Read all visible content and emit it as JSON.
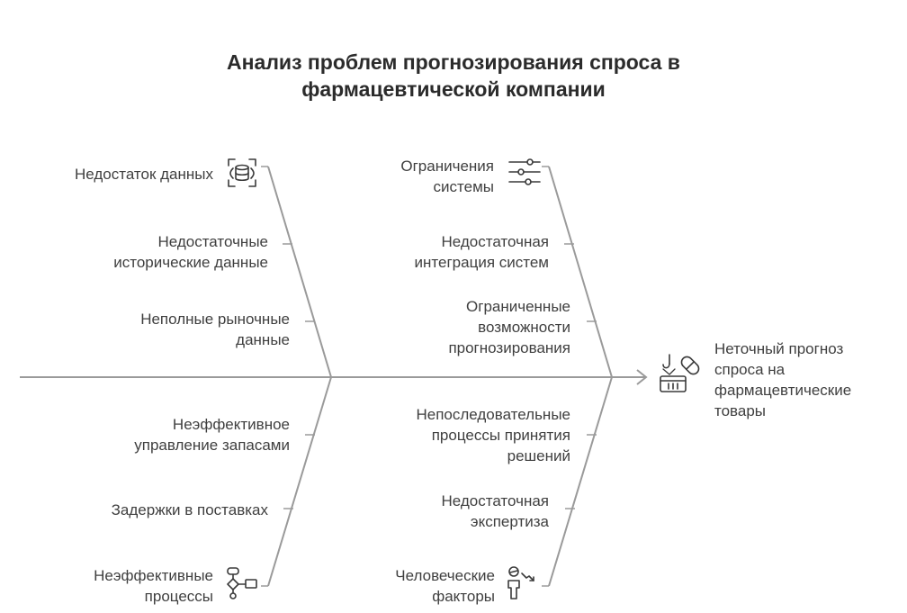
{
  "title": {
    "line1": "Анализ проблем прогнозирования спроса в",
    "line2": "фармацевтической компании"
  },
  "effect": {
    "lines": [
      "Неточный прогноз",
      "спроса на",
      "фармацевтические",
      "товары"
    ],
    "icon": "pill-crate-icon"
  },
  "categories": {
    "data": {
      "label": "Недостаток данных",
      "icon": "database-scan-icon",
      "causes": [
        [
          "Недостаточные",
          "исторические данные"
        ],
        [
          "Неполные рыночные",
          "данные"
        ]
      ]
    },
    "system": {
      "label": [
        "Ограничения",
        "системы"
      ],
      "icon": "sliders-icon",
      "causes": [
        [
          "Недостаточная",
          "интеграция систем"
        ],
        [
          "Ограниченные",
          "возможности",
          "прогнозирования"
        ]
      ]
    },
    "process": {
      "label": [
        "Неэффективные",
        "процессы"
      ],
      "icon": "flowchart-icon",
      "causes": [
        [
          "Неэффективное",
          "управление запасами"
        ],
        [
          "Задержки в поставках"
        ]
      ]
    },
    "human": {
      "label": [
        "Человеческие",
        "факторы"
      ],
      "icon": "person-icon",
      "causes": [
        [
          "Непоследовательные",
          "процессы принятия",
          "решений"
        ],
        [
          "Недостаточная",
          "экспертиза"
        ]
      ]
    }
  }
}
